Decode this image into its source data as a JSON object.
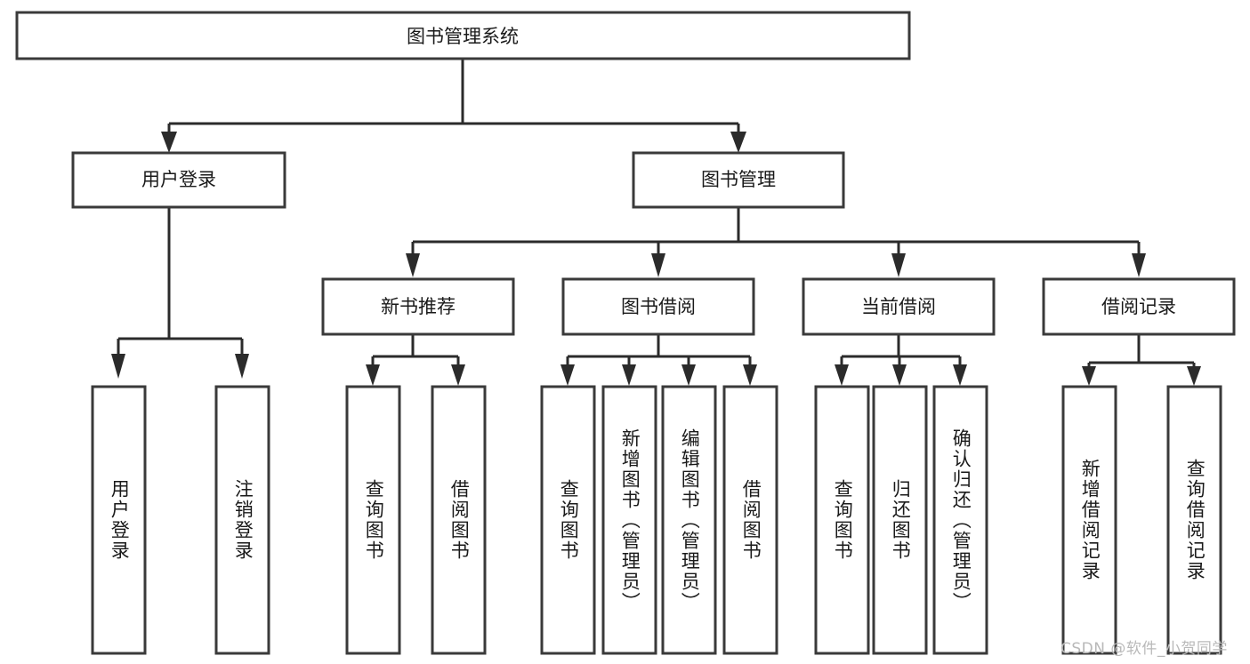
{
  "diagram": {
    "type": "tree-hierarchy",
    "orientation": "top-down",
    "background_color": "#ffffff",
    "box_stroke_color": "#3a3a3a",
    "connector_color": "#2b2b2b",
    "text_color": "#1a1a1a",
    "root": {
      "label": "图书管理系统",
      "orientation": "horizontal"
    },
    "level2": [
      {
        "label": "用户登录",
        "orientation": "horizontal"
      },
      {
        "label": "图书管理",
        "orientation": "horizontal"
      }
    ],
    "level3": [
      {
        "label": "新书推荐",
        "orientation": "horizontal"
      },
      {
        "label": "图书借阅",
        "orientation": "horizontal"
      },
      {
        "label": "当前借阅",
        "orientation": "horizontal"
      },
      {
        "label": "借阅记录",
        "orientation": "horizontal"
      }
    ],
    "leaves": {
      "user_login": [
        {
          "label": "用户登录",
          "orientation": "vertical"
        },
        {
          "label": "注销登录",
          "orientation": "vertical"
        }
      ],
      "new_book_recommend": [
        {
          "label": "查询图书",
          "orientation": "vertical"
        },
        {
          "label": "借阅图书",
          "orientation": "vertical"
        }
      ],
      "book_borrow": [
        {
          "label": "查询图书",
          "orientation": "vertical"
        },
        {
          "label": "新增图书（管理员）",
          "orientation": "vertical"
        },
        {
          "label": "编辑图书（管理员）",
          "orientation": "vertical"
        },
        {
          "label": "借阅图书",
          "orientation": "vertical"
        }
      ],
      "current_borrow": [
        {
          "label": "查询图书",
          "orientation": "vertical"
        },
        {
          "label": "归还图书",
          "orientation": "vertical"
        },
        {
          "label": "确认归还（管理员）",
          "orientation": "vertical"
        }
      ],
      "borrow_record": [
        {
          "label": "新增借阅记录",
          "orientation": "vertical"
        },
        {
          "label": "查询借阅记录",
          "orientation": "vertical"
        }
      ]
    }
  },
  "watermark": {
    "text": "CSDN @软件_小贺同学",
    "color": "#b9b9b9"
  }
}
